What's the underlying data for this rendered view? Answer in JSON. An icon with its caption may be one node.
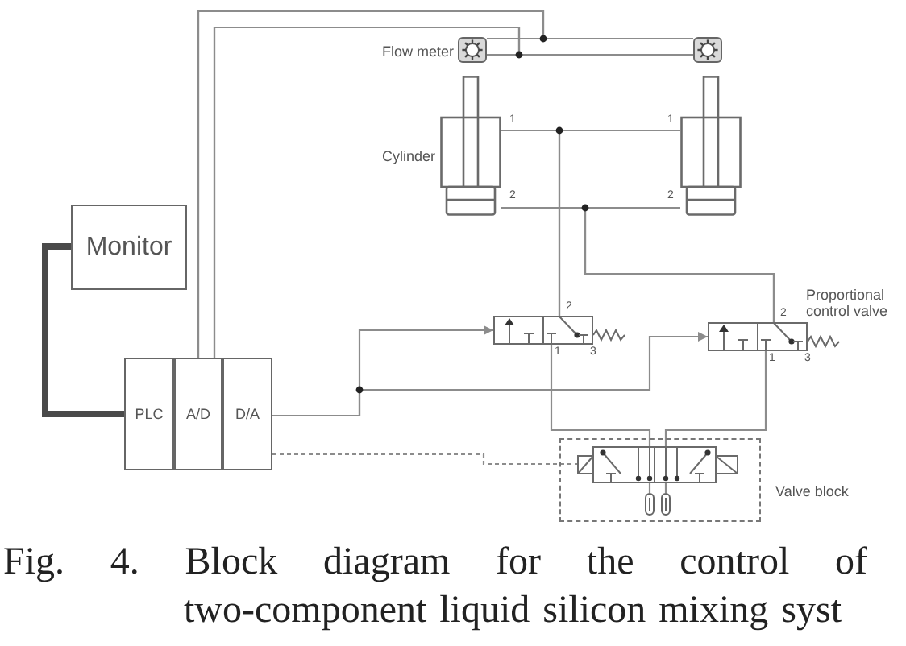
{
  "diagram": {
    "caption": "Fig. 4. Block diagram for the control of two-component liquid silicon mixing syst",
    "nodes": [
      {
        "text": [],
        "shape": "picture",
        "beside": [
          "Flow meter"
        ]
      },
      {
        "text": [],
        "shape": "picture"
      },
      {
        "text": [],
        "shape": "picture",
        "beside": [
          "Cylinder"
        ]
      },
      {
        "text": [],
        "shape": "picture"
      },
      {
        "text": [
          "Monitor"
        ]
      },
      {
        "text": [],
        "shape": "picture"
      },
      {
        "text": [],
        "shape": "picture",
        "beside": [
          "Proportional control valve"
        ]
      },
      {
        "text": [
          "PLC"
        ]
      },
      {
        "text": [
          "A/D"
        ]
      },
      {
        "text": [
          "D/A"
        ]
      },
      {
        "text": [
          "Valve block"
        ]
      },
      {
        "text": [],
        "shape": "picture",
        "in": 10
      },
      {
        "text": [],
        "shape": "picture",
        "in": 10
      },
      {
        "text": [],
        "shape": "picture",
        "in": 10
      }
    ],
    "edges": [
      {
        "from": 4,
        "to": 7,
        "arrow": "none",
        "style": "thick"
      },
      {
        "from": 8,
        "to": 0,
        "arrow": "none"
      },
      {
        "from": 8,
        "to": 1,
        "arrow": "none"
      },
      {
        "from": 8,
        "to": 0,
        "arrow": "none"
      },
      {
        "from": 8,
        "to": 1,
        "arrow": "none"
      },
      {
        "from": 5,
        "to": 2,
        "arrow": "none"
      },
      {
        "from": 5,
        "to": 3,
        "arrow": "none"
      },
      {
        "from": 6,
        "to": 2,
        "arrow": "none"
      },
      {
        "from": 6,
        "to": 3,
        "arrow": "none"
      },
      {
        "from": 9,
        "to": 5,
        "arrow": "to"
      },
      {
        "from": 9,
        "to": 6,
        "arrow": "to"
      },
      {
        "from": 9,
        "to": 11,
        "arrow": "none",
        "style": "dashed"
      },
      {
        "from": 5,
        "to": 11,
        "arrow": "none"
      },
      {
        "from": 6,
        "to": 11,
        "arrow": "none"
      },
      {
        "from": 11,
        "to": 12,
        "arrow": "none"
      },
      {
        "from": 11,
        "to": 13,
        "arrow": "none"
      }
    ],
    "labels": [
      "1",
      "1",
      "2",
      "2",
      "2",
      "2",
      "1",
      "3",
      "1",
      "3"
    ]
  }
}
